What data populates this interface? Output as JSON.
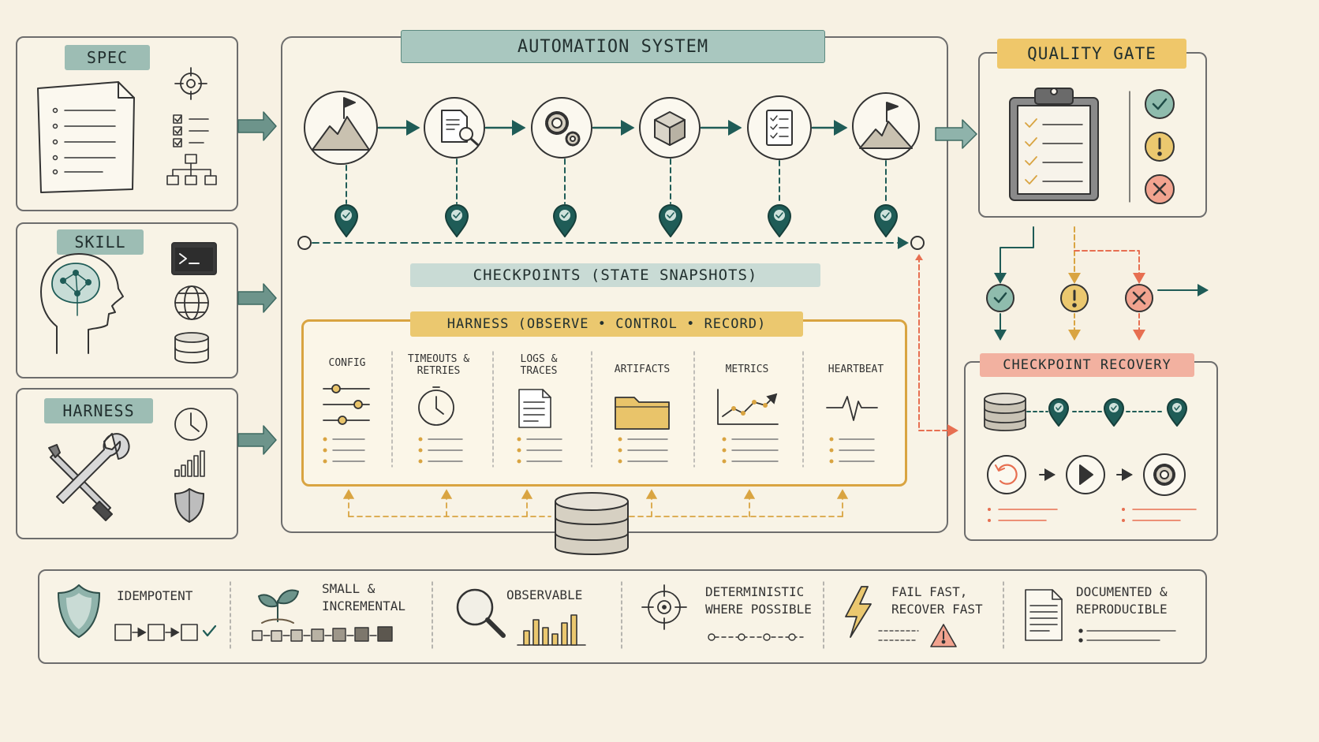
{
  "inputs": [
    {
      "label": "SPEC",
      "icons": [
        "document-icon",
        "target-icon",
        "checklist-icon",
        "hierarchy-icon"
      ]
    },
    {
      "label": "SKILL",
      "icons": [
        "brain-head-icon",
        "terminal-icon",
        "globe-icon",
        "database-icon"
      ]
    },
    {
      "label": "HARNESS",
      "icons": [
        "tools-icon",
        "clock-icon",
        "signal-bars-icon",
        "shield-icon"
      ]
    }
  ],
  "automation": {
    "title": "AUTOMATION SYSTEM",
    "steps": [
      "mountain-flag-icon",
      "document-search-icon",
      "gears-icon",
      "cube-icon",
      "checklist-icon",
      "summit-flag-icon"
    ],
    "checkpoints_label": "CHECKPOINTS (STATE SNAPSHOTS)"
  },
  "harness": {
    "title": "HARNESS (OBSERVE • CONTROL • RECORD)",
    "columns": [
      "CONFIG",
      "TIMEOUTS & RETRIES",
      "LOGS & TRACES",
      "ARTIFACTS",
      "METRICS",
      "HEARTBEAT"
    ]
  },
  "quality_gate": {
    "title": "QUALITY GATE",
    "outcomes": [
      "pass",
      "warning",
      "fail"
    ]
  },
  "recovery": {
    "title": "CHECKPOINT RECOVERY"
  },
  "principles": [
    "IDEMPOTENT",
    "SMALL & INCREMENTAL",
    "OBSERVABLE",
    "DETERMINISTIC WHERE POSSIBLE",
    "FAIL FAST, RECOVER FAST",
    "DOCUMENTED & REPRODUCIBLE"
  ],
  "colors": {
    "teal": "#1f5c57",
    "teal_light": "#8fb3ab",
    "amber": "#e9c46a",
    "amber_line": "#d9a441",
    "red": "#e76f51",
    "salmon": "#f2a38f",
    "ink": "#333333",
    "paper": "#f7f1e3"
  }
}
